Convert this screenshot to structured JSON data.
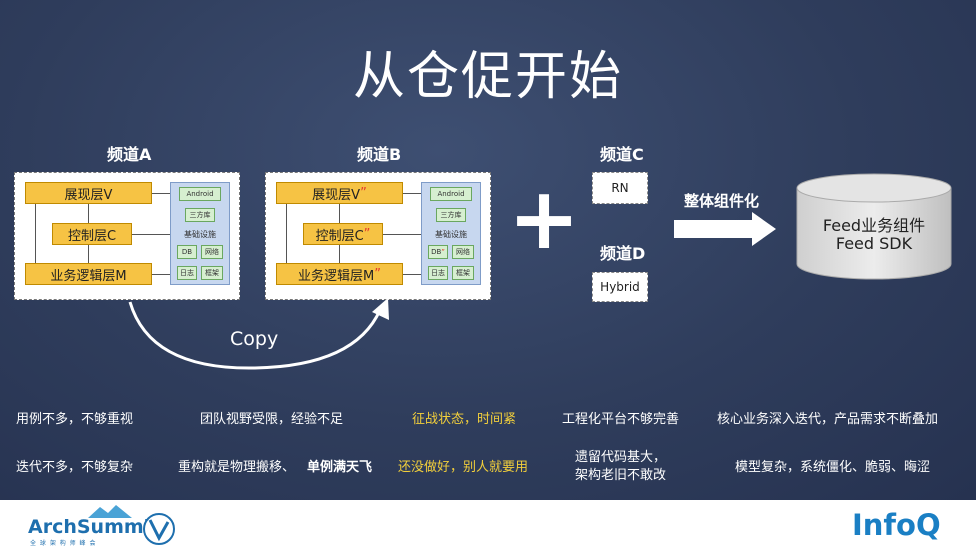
{
  "slide": {
    "title": "从仓促开始",
    "colors": {
      "background": "#2f3d5c",
      "layer": "#f6c344",
      "infra": "#c7d7ef",
      "chip": "#d6efd0",
      "highlight": "#f2cf3b",
      "mark": "#e53a2f"
    }
  },
  "channel_a": {
    "label": "频道A",
    "view_layer": "展现层V",
    "control_layer": "控制层C",
    "business_layer": "业务逻辑层M",
    "infra": {
      "android": "Android",
      "third_party": "三方库",
      "base": "基础设施",
      "db": "DB",
      "network": "网络",
      "log": "日志",
      "framework": "框架"
    }
  },
  "channel_b": {
    "label": "频道B",
    "view_layer": "展现层V",
    "control_layer": "控制层C",
    "business_layer": "业务逻辑层M",
    "mark": "”",
    "infra": {
      "android": "Android",
      "third_party": "三方库",
      "base": "基础设施",
      "db": "DB",
      "network": "网络",
      "log": "日志",
      "framework": "框架"
    }
  },
  "copy_label": "Copy",
  "plus_symbol": "+",
  "channel_c": {
    "label": "频道C",
    "box": "RN"
  },
  "channel_d": {
    "label": "频道D",
    "box": "Hybrid"
  },
  "componentize_label": "整体组件化",
  "feed_db": {
    "line1": "Feed业务组件",
    "line2": "Feed SDK"
  },
  "issues": {
    "row1": [
      "用例不多，不够重视",
      "团队视野受限，经验不足",
      "征战状态，时间紧",
      "工程化平台不够完善",
      "核心业务深入迭代，产品需求不断叠加"
    ],
    "row2": [
      "迭代不多，不够复杂",
      "重构就是物理搬移、",
      "单例满天飞",
      "还没做好，别人就要用",
      "遗留代码基大，",
      "架构老旧不敢改",
      "模型复杂，系统僵化、脆弱、晦涩"
    ]
  },
  "footer": {
    "logo_left": "ArchSummit",
    "logo_left_sub": "全 球 架 构 师 峰 会",
    "logo_right": "InfoQ"
  }
}
